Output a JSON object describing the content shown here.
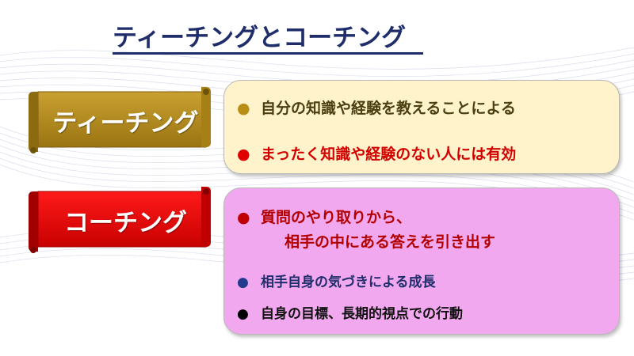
{
  "title": "ティーチングとコーチング",
  "teaching": {
    "label": "ティーチング",
    "items": [
      {
        "bullet": "●",
        "text": "自分の知識や経験を教えることによる"
      },
      {
        "bullet": "●",
        "text": "まったく知識や経験のない人には有効"
      }
    ]
  },
  "coaching": {
    "label": "コーチング",
    "items": [
      {
        "bullet": "●",
        "text": "質問のやり取りから、",
        "continuation": "相手の中にある答えを引き出す"
      },
      {
        "bullet": "●",
        "text": "相手自身の気づきによる成長"
      },
      {
        "bullet": "●",
        "text": "自身の目標、長期的視点での行動"
      }
    ]
  },
  "colors": {
    "title": "#1f2d6b",
    "teaching_banner": "#b38a1a",
    "coaching_banner": "#e00000",
    "teaching_box": "#fff3cc",
    "coaching_box": "#f2a8ef"
  }
}
